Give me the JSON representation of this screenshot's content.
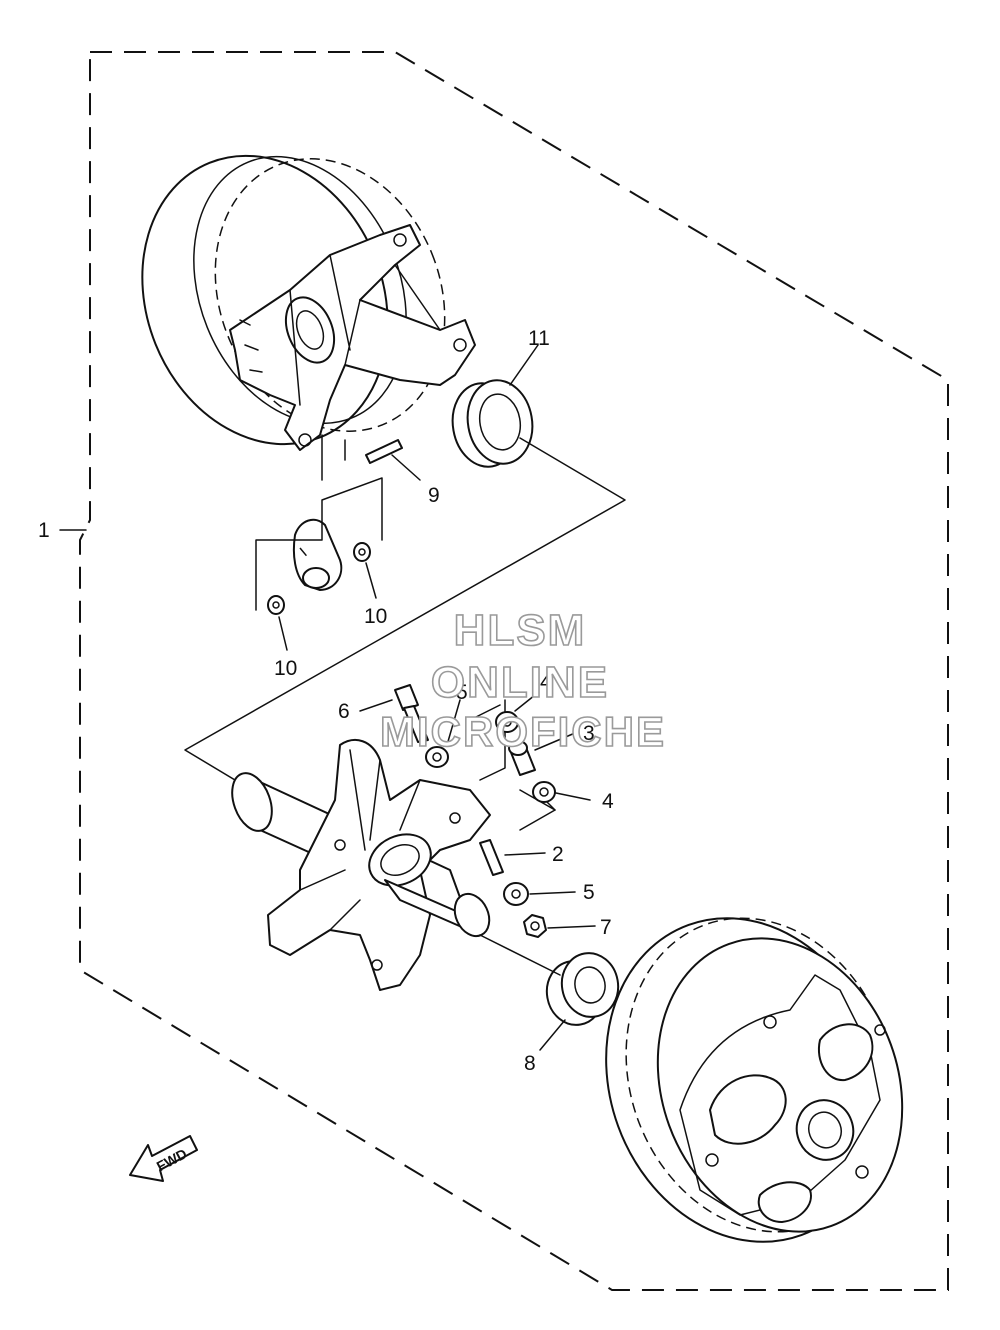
{
  "callouts": {
    "c1": "1",
    "c2": "2",
    "c3": "3",
    "c4a": "4",
    "c4b": "4",
    "c5a": "5",
    "c5b": "5",
    "c6": "6",
    "c7": "7",
    "c8": "8",
    "c9": "9",
    "c10a": "10",
    "c10b": "10",
    "c11": "11"
  },
  "watermark": {
    "line1": "HLSM",
    "line2": "ONLINE",
    "line3": "MICROFICHE"
  },
  "direction_arrow": {
    "label": "FWD",
    "icon": "fwd-arrow-icon"
  }
}
